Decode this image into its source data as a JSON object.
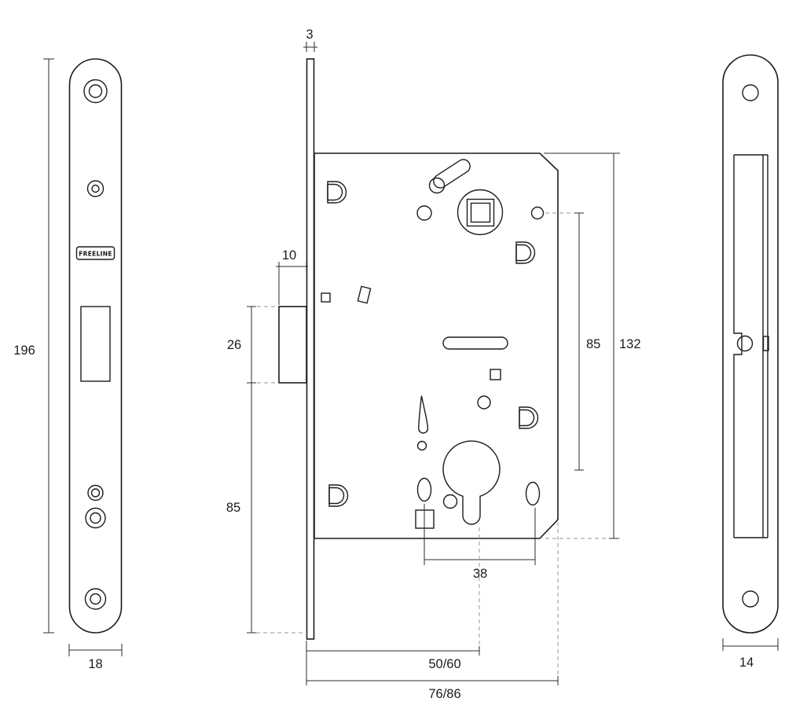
{
  "brand": "FREELINE",
  "front_view": {
    "height": "196",
    "width": "18"
  },
  "body_view": {
    "faceplate_thickness": "3",
    "latch_projection": "10",
    "latch_height": "26",
    "latch_to_bottom": "85",
    "spindle_to_cylinder": "85",
    "case_height": "132",
    "cylinder_span": "38",
    "backset": "50/60",
    "overall_depth": "76/86"
  },
  "side_view": {
    "width": "14"
  }
}
